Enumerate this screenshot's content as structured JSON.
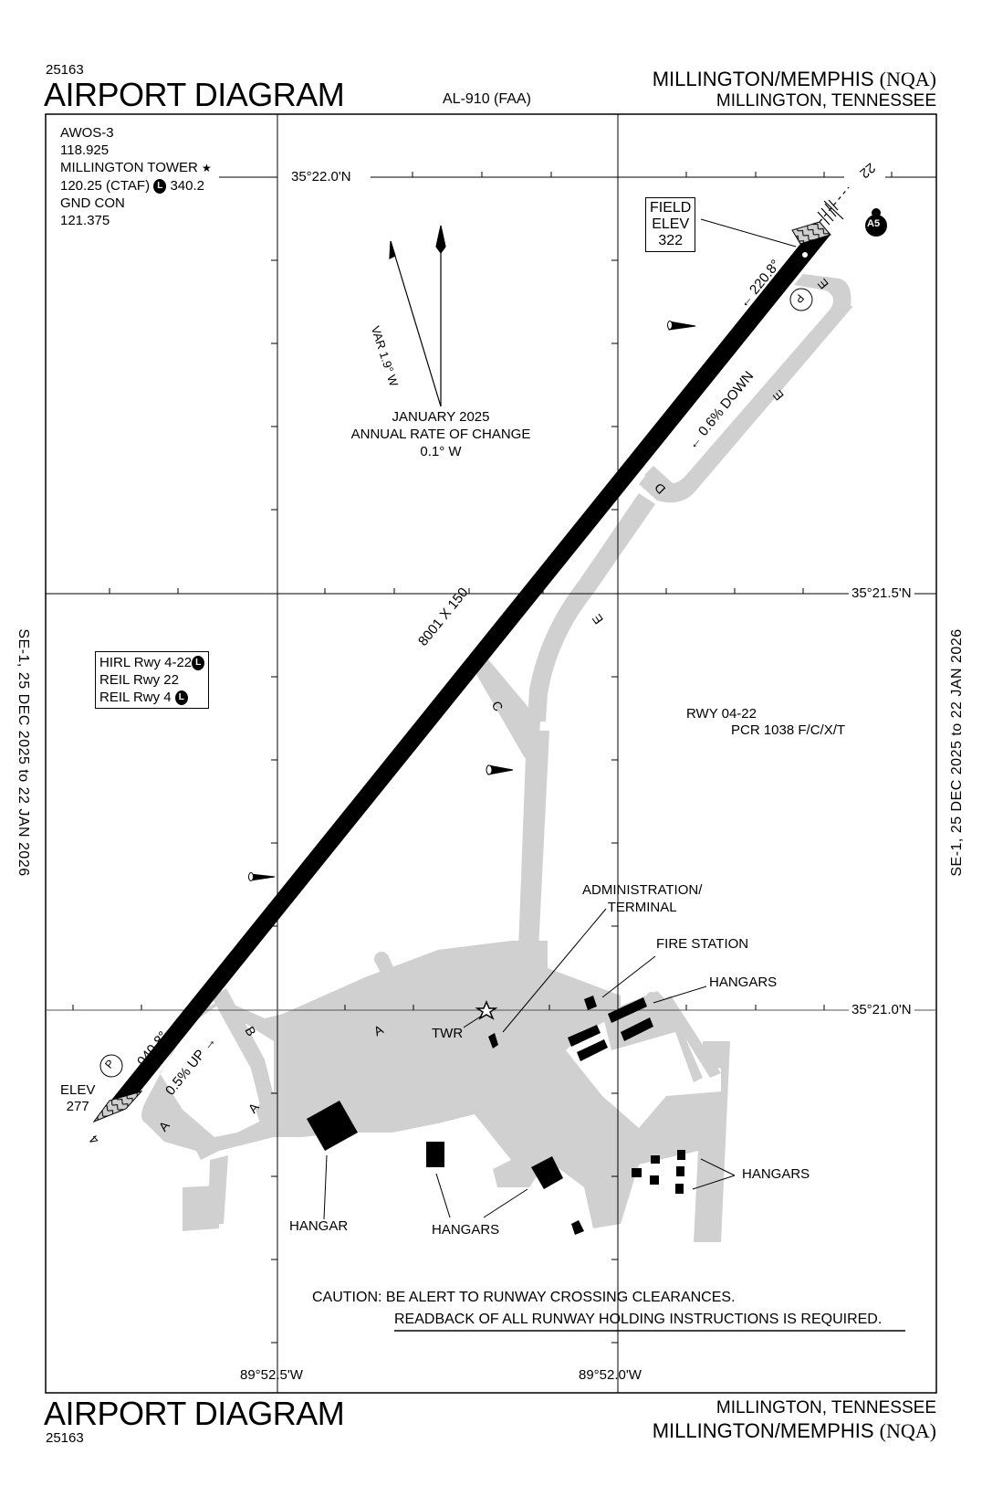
{
  "header": {
    "chart_number": "25163",
    "title": "AIRPORT DIAGRAM",
    "procedure_id": "AL-910 (FAA)",
    "airport_name": "MILLINGTON/MEMPHIS",
    "airport_id": "(NQA)",
    "city_state": "MILLINGTON, TENNESSEE"
  },
  "footer": {
    "chart_number": "25163",
    "title": "AIRPORT DIAGRAM",
    "airport_name": "MILLINGTON/MEMPHIS",
    "airport_id": "(NQA)",
    "city_state": "MILLINGTON, TENNESSEE"
  },
  "margin": {
    "left_validity": "SE-1,  25 DEC 2025  to  22 JAN 2026",
    "right_validity": "SE-1,  25 DEC 2025  to  22 JAN 2026"
  },
  "communications": {
    "lines": [
      "AWOS-3",
      "118.925",
      "MILLINGTON TOWER",
      "120.25 (CTAF)",
      "340.2",
      "GND CON",
      "121.375"
    ],
    "tower_star": "★",
    "l_badge": "L"
  },
  "grid": {
    "lat_labels": [
      "35°22.0'N",
      "35°21.5'N",
      "35°21.0'N"
    ],
    "lon_labels": [
      "89°52.5'W",
      "89°52.0'W"
    ]
  },
  "magnetic": {
    "variation": "VAR 1.9° W",
    "epoch": "JANUARY 2025",
    "rate_label": "ANNUAL RATE OF CHANGE",
    "rate_value": "0.1° W"
  },
  "runway": {
    "designation_sw": "4",
    "designation_ne": "22",
    "dimensions": "8001 X 150",
    "heading_sw": "040.8°",
    "heading_ne": "220.8°",
    "slope_sw": "0.5% UP",
    "slope_ne": "0.6% DOWN",
    "field_elev_label": [
      "FIELD",
      "ELEV",
      "322"
    ],
    "sw_elev_label": [
      "ELEV",
      "277"
    ],
    "pcr_title": "RWY 04-22",
    "pcr_value": "PCR 1038 F/C/X/T",
    "hotspot": "A5"
  },
  "lighting": {
    "lines": [
      "HIRL Rwy 4-22",
      "REIL Rwy 22",
      "REIL Rwy 4"
    ],
    "l_badge": "L"
  },
  "taxiways": {
    "labels": [
      "A",
      "A",
      "A",
      "B",
      "C",
      "D",
      "E",
      "E",
      "E"
    ]
  },
  "buildings": {
    "admin": [
      "ADMINISTRATION/",
      "TERMINAL"
    ],
    "fire_station": "FIRE STATION",
    "hangars_ne": "HANGARS",
    "hangar_sw": "HANGAR",
    "hangars_s": "HANGARS",
    "hangars_se": "HANGARS",
    "tower": "TWR"
  },
  "caution": {
    "line1": "CAUTION: BE ALERT TO RUNWAY CROSSING CLEARANCES.",
    "line2": "READBACK OF ALL RUNWAY HOLDING INSTRUCTIONS IS REQUIRED."
  },
  "colors": {
    "ink": "#000000",
    "taxiway": "#d0d0d0",
    "paper": "#ffffff"
  }
}
